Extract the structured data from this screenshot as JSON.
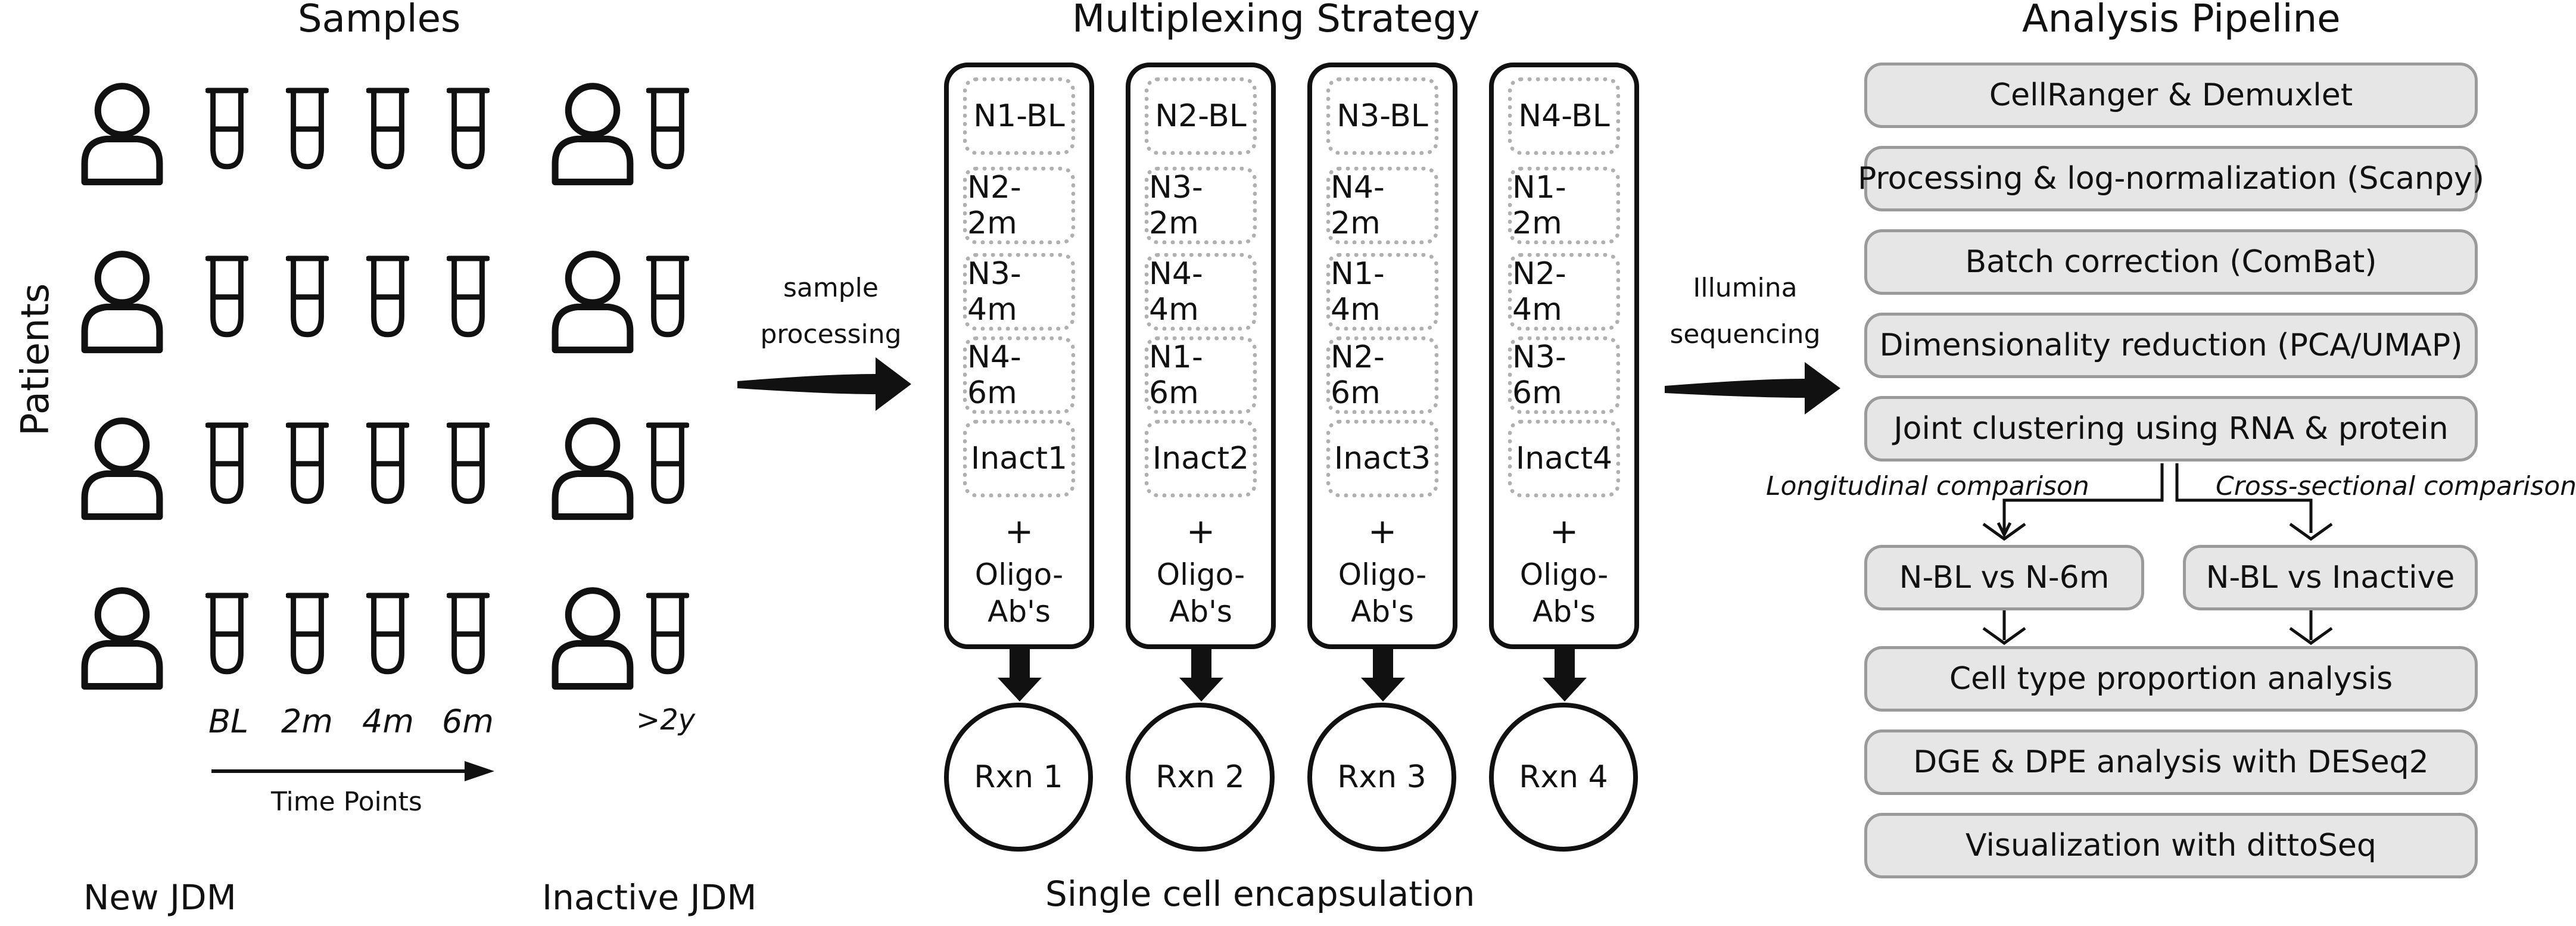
{
  "samples": {
    "title": "Samples",
    "y_axis_label": "Patients",
    "time_points": [
      "BL",
      "2m",
      "4m",
      "6m"
    ],
    "inactive_time_point": ">2y",
    "time_points_label": "Time Points",
    "new_group_label": "New JDM",
    "inactive_group_label": "Inactive JDM"
  },
  "arrow1_label": [
    "sample",
    "processing"
  ],
  "multiplexing": {
    "title": "Multiplexing Strategy",
    "lanes": [
      {
        "samples": [
          "N1-BL",
          "N2-2m",
          "N3-4m",
          "N4-6m",
          "Inact1"
        ],
        "plus": "+",
        "oligo": [
          "Oligo-",
          "Ab's"
        ],
        "reaction": "Rxn 1"
      },
      {
        "samples": [
          "N2-BL",
          "N3-2m",
          "N4-4m",
          "N1-6m",
          "Inact2"
        ],
        "plus": "+",
        "oligo": [
          "Oligo-",
          "Ab's"
        ],
        "reaction": "Rxn 2"
      },
      {
        "samples": [
          "N3-BL",
          "N4-2m",
          "N1-4m",
          "N2-6m",
          "Inact3"
        ],
        "plus": "+",
        "oligo": [
          "Oligo-",
          "Ab's"
        ],
        "reaction": "Rxn 3"
      },
      {
        "samples": [
          "N4-BL",
          "N1-2m",
          "N2-4m",
          "N3-6m",
          "Inact4"
        ],
        "plus": "+",
        "oligo": [
          "Oligo-",
          "Ab's"
        ],
        "reaction": "Rxn 4"
      }
    ],
    "bottom_label": "Single cell encapsulation"
  },
  "arrow2_label": [
    "Illumina",
    "sequencing"
  ],
  "pipeline": {
    "title": "Analysis Pipeline",
    "steps": [
      "CellRanger & Demuxlet",
      "Processing & log-normalization (Scanpy)",
      "Batch correction (ComBat)",
      "Dimensionality reduction (PCA/UMAP)",
      "Joint clustering using RNA & protein"
    ],
    "branch_left_label": "Longitudinal comparison",
    "branch_right_label": "Cross-sectional comparison",
    "branch_left_box": "N-BL vs N-6m",
    "branch_right_box": "N-BL vs Inactive",
    "final_steps": [
      "Cell type proportion analysis",
      "DGE & DPE analysis with DESeq2",
      "Visualization with dittoSeq"
    ]
  },
  "colors": {
    "stroke": "#111111",
    "pill_fill": "#e6e6e6",
    "pill_border": "#9a9a9a",
    "dotted": "#b0b0b0"
  }
}
